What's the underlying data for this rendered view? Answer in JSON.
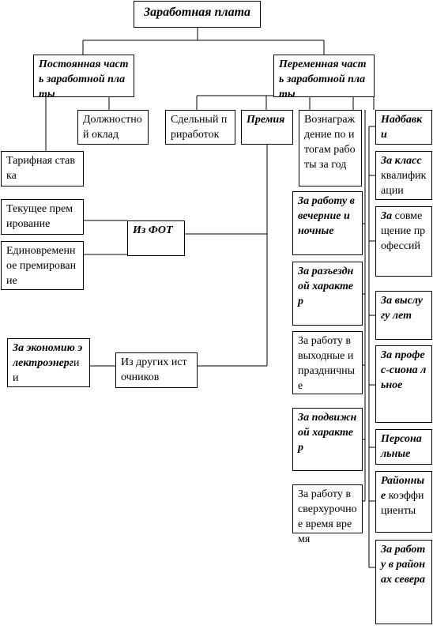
{
  "diagram": {
    "root": "Заработная плата",
    "fixed_part": "Постоянная часть заработной платы",
    "variable_part": "Переменная часть заработной платы",
    "salary": "Должностной оклад",
    "tariff_rate": "Тарифная ставка",
    "piecework": "Сдельный приработок",
    "bonus": "Премия",
    "annual_reward": "Вознаграждение по итогам работы за год",
    "from_payroll": "Из ФОТ",
    "current_bonus": "Текущее премирование",
    "one_time_bonus": "Единовременное премирование",
    "energy_saving_b": "За экономию электроэнерг",
    "energy_saving_n": "ии",
    "other_sources": "Из других источников",
    "evening_work": "За работу в вечерние и ночные",
    "travel_work": "За разъездной характер",
    "weekend_work": "За работу в выходные и праздничные",
    "mobile_work": "За подвижной характер",
    "overtime_work": "За работу в сверхурочное время время",
    "allowances": "Надбавки",
    "class_qual_b": "За класс",
    "class_qual_n": "квалификации",
    "combination_b": "За",
    "combination_n": "совмещение профессий",
    "seniority": "За выслугу лет",
    "professionalism": "За профес-сиона льное",
    "personal": "Персональные",
    "regional_b": "Районные",
    "regional_n": "коэффициенты",
    "north": "За работу в районах севера"
  }
}
